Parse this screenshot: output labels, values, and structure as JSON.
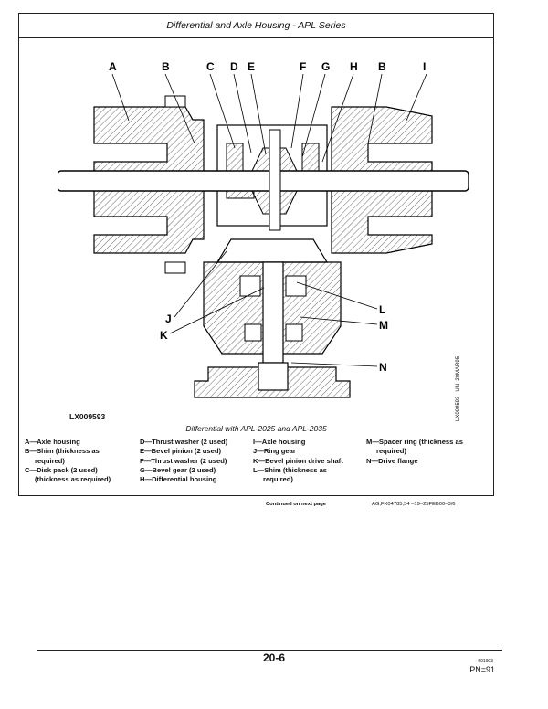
{
  "header": {
    "title": "Differential and Axle Housing - APL Series"
  },
  "figure": {
    "id": "LX009593",
    "side_ref": "LX009593 –UN–20MAR95",
    "caption": "Differential with APL-2025 and APL-2035",
    "callouts": [
      "A",
      "B",
      "C",
      "D",
      "E",
      "F",
      "G",
      "H",
      "B",
      "I",
      "J",
      "K",
      "L",
      "M",
      "N"
    ]
  },
  "legend": {
    "col1": [
      "A—Axle housing",
      "B—Shim (thickness as",
      "required)",
      "C—Disk pack (2 used)",
      "(thickness as required)"
    ],
    "col2": [
      "D—Thrust washer (2 used)",
      "E—Bevel pinion (2 used)",
      "F—Thrust washer (2 used)",
      "G—Bevel gear (2 used)",
      "H—Differential housing"
    ],
    "col3": [
      "I—Axle housing",
      "J—Ring gear",
      "K—Bevel pinion drive shaft",
      "L—Shim (thickness as",
      "required)"
    ],
    "col4": [
      "M—Spacer ring (thickness as",
      "required)",
      "N—Drive flange"
    ]
  },
  "continued": "Continued on next page",
  "ref_code": "AG,FX04785,54   –19–25FEB00–3/6",
  "footer": {
    "page_number": "20-6",
    "date_code": "091903",
    "pn": "PN=91"
  }
}
